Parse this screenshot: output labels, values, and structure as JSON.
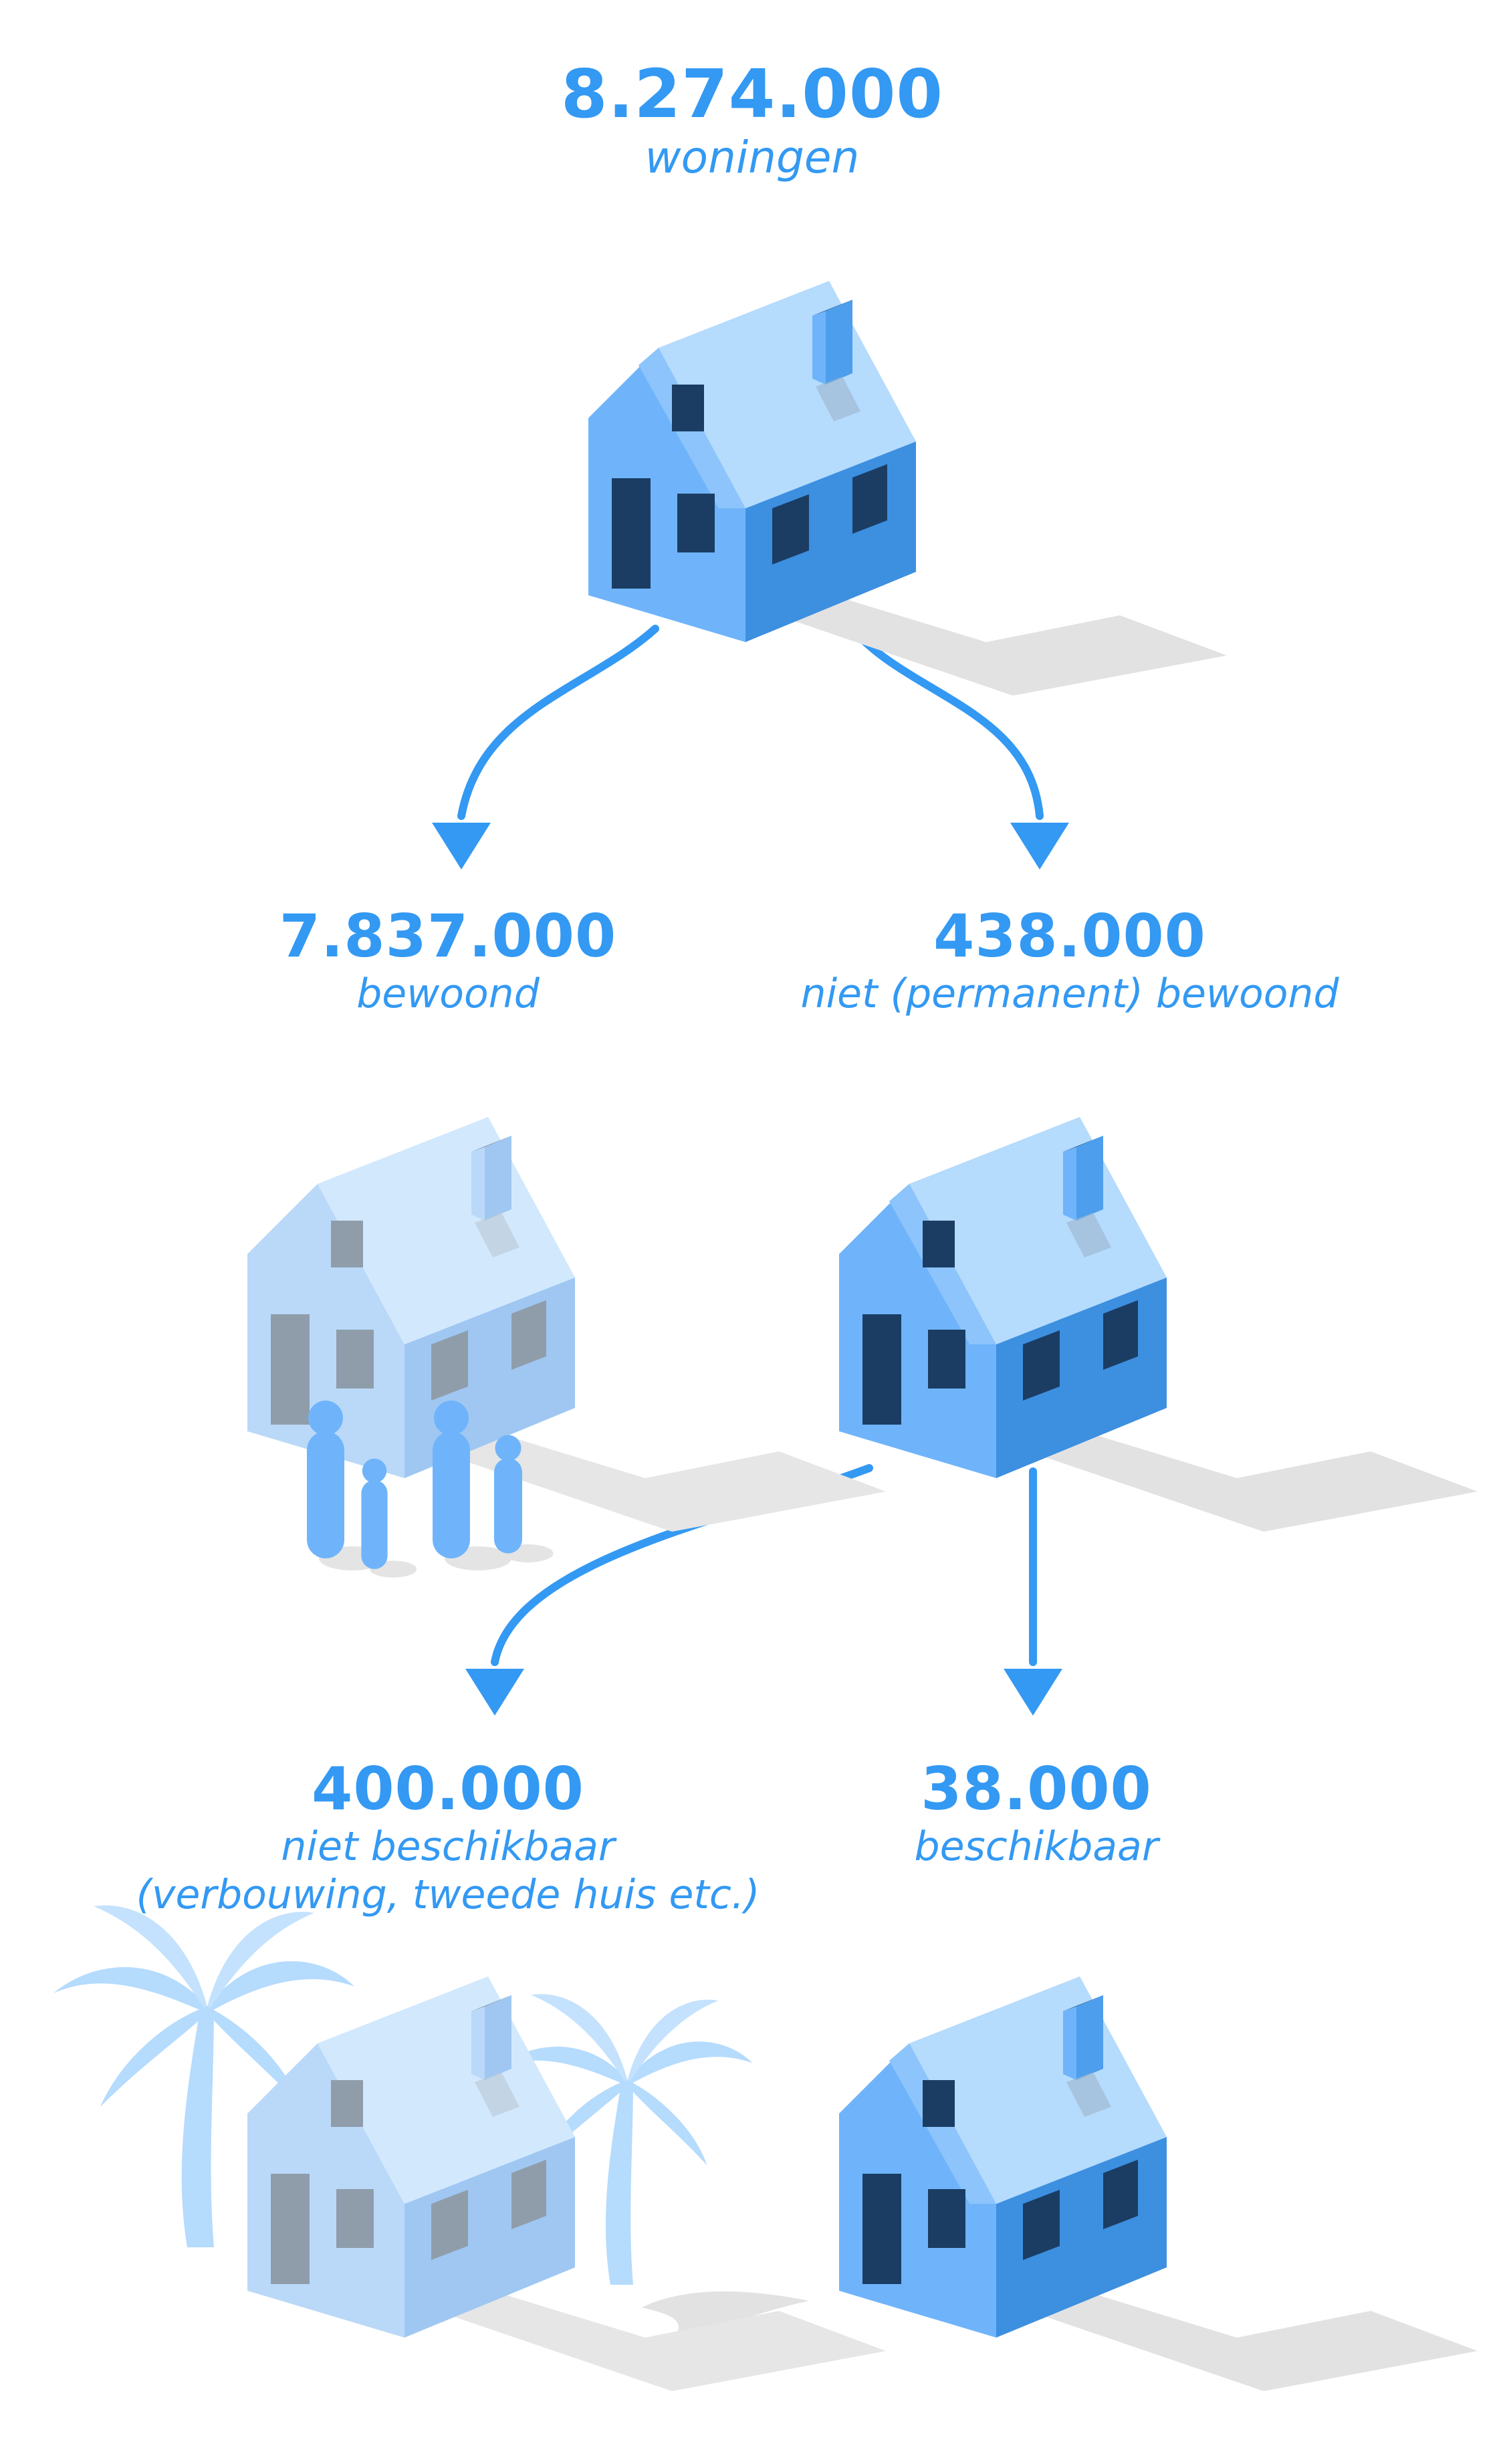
{
  "nodes": {
    "total": {
      "value": "8.274.000",
      "label": "woningen"
    },
    "occupied": {
      "value": "7.837.000",
      "label": "bewoond"
    },
    "unoccupied": {
      "value": "438.000",
      "label": "niet (permanent) bewoond"
    },
    "unavailable": {
      "value": "400.000",
      "label_line1": "niet beschikbaar",
      "label_line2": "(verbouwing, tweede huis etc.)"
    },
    "available": {
      "value": "38.000",
      "label": "beschikbaar"
    }
  },
  "colors": {
    "accent": "#3399f3",
    "house_dark_front": "#3d8fe0",
    "house_light_front": "#9fc7f2",
    "door": "#1b3d63"
  },
  "icons": [
    "house-icon",
    "people-icon",
    "palm-tree-icon"
  ]
}
